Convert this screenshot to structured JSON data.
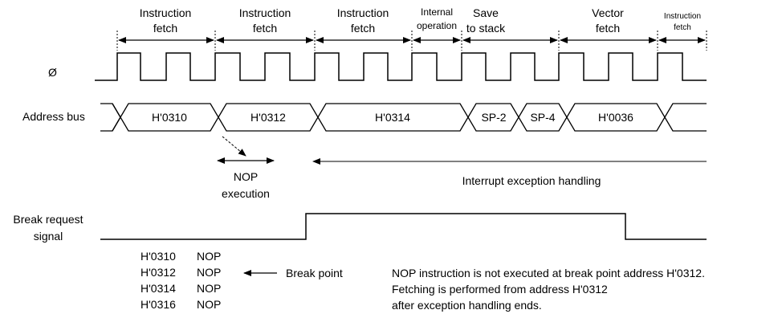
{
  "phases": [
    {
      "line1": "Instruction",
      "line2": "fetch"
    },
    {
      "line1": "Instruction",
      "line2": "fetch"
    },
    {
      "line1": "Instruction",
      "line2": "fetch"
    },
    {
      "line1": "Internal",
      "line2": "operation"
    },
    {
      "line1": "Save",
      "line2": "to stack"
    },
    {
      "line1": "Vector",
      "line2": "fetch"
    },
    {
      "line1": "Instruction",
      "line2": "fetch"
    }
  ],
  "signals": {
    "clock": "Ø",
    "address_bus": "Address bus",
    "break_request_line1": "Break request",
    "break_request_line2": "signal"
  },
  "address_values": [
    "H'0310",
    "H'0312",
    "H'0314",
    "SP-2",
    "SP-4",
    "H'0036"
  ],
  "annotations": {
    "nop_line1": "NOP",
    "nop_line2": "execution",
    "interrupt": "Interrupt exception handling",
    "break_point": "Break point"
  },
  "listing": [
    {
      "address": "H'0310",
      "instruction": "NOP"
    },
    {
      "address": "H'0312",
      "instruction": "NOP"
    },
    {
      "address": "H'0314",
      "instruction": "NOP"
    },
    {
      "address": "H'0316",
      "instruction": "NOP"
    }
  ],
  "notes": [
    "NOP instruction is not executed at break point address H'0312.",
    "Fetching is performed from address H'0312",
    "after exception handling ends."
  ]
}
